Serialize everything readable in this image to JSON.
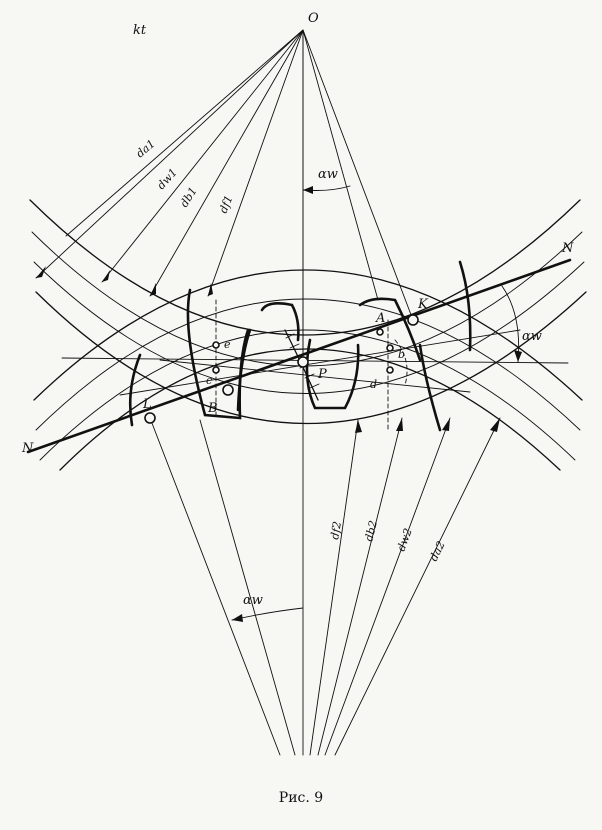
{
  "figure": {
    "caption": "Рис. 9",
    "labels": {
      "kt": "kt",
      "O": "O",
      "N_left": "N",
      "N_right": "N",
      "K": "K",
      "A": "A",
      "b": "b",
      "d": "d",
      "e": "e",
      "c": "c",
      "B": "B",
      "P": "P",
      "L": "L",
      "alpha_top": "αw",
      "alpha_right": "αw",
      "alpha_bottom": "αw",
      "da1": "da1",
      "dw1": "dw1",
      "db1": "db1",
      "df1": "df1",
      "df2": "df2",
      "db2": "db2",
      "dw2": "dw2",
      "da2": "da2"
    }
  }
}
